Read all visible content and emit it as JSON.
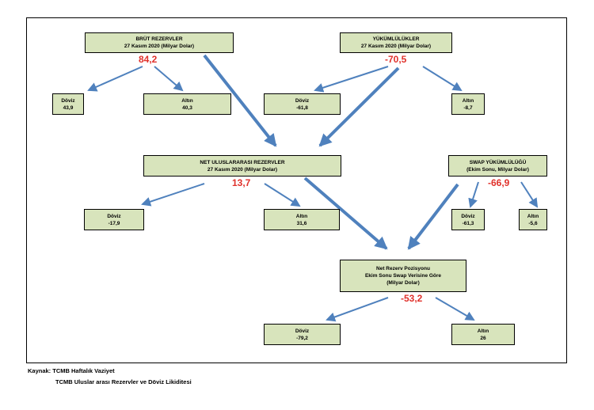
{
  "nodes": {
    "brut": {
      "title": "BRÜT REZERVLER",
      "subtitle": "27 Kasım 2020 (Milyar Dolar)",
      "value": "84,2"
    },
    "brut_doviz": {
      "title": "Döviz",
      "value": "43,9"
    },
    "brut_altin": {
      "title": "Altın",
      "value": "40,3"
    },
    "yuk": {
      "title": "YÜKÜMLÜLÜKLER",
      "subtitle": "27 Kasım 2020 (Milyar Dolar)",
      "value": "-70,5"
    },
    "yuk_doviz": {
      "title": "Döviz",
      "value": "-61,8"
    },
    "yuk_altin": {
      "title": "Altın",
      "value": "-8,7"
    },
    "net": {
      "title": "NET ULUSLARARASI REZERVLER",
      "subtitle": "27 Kasım 2020 (Milyar Dolar)",
      "value": "13,7"
    },
    "net_doviz": {
      "title": "Döviz",
      "value": "-17,9"
    },
    "net_altin": {
      "title": "Altın",
      "value": "31,6"
    },
    "swap": {
      "title": "SWAP YÜKÜMLÜLÜĞÜ",
      "subtitle": "(Ekim Sonu, Milyar Dolar)",
      "value": "-66,9"
    },
    "swap_doviz": {
      "title": "Döviz",
      "value": "-61,3"
    },
    "swap_altin": {
      "title": "Altın",
      "value": "-5,6"
    },
    "pos": {
      "line1": "Net Rezerv Pozisyonu",
      "line2": "Ekim Sonu Swap Verisine Göre",
      "line3": "(Milyar Dolar)",
      "value": "-53,2"
    },
    "pos_doviz": {
      "title": "Döviz",
      "value": "-79,2"
    },
    "pos_altin": {
      "title": "Altın",
      "value": "26"
    }
  },
  "source": {
    "line1": "Kaynak: TCMB Haftalık Vaziyet",
    "line2": "TCMB Uluslar arası Rezervler ve Döviz Likiditesi"
  },
  "colors": {
    "box_fill": "#d8e4bc",
    "arrow": "#4f81bd",
    "highlight": "#e0312b"
  }
}
